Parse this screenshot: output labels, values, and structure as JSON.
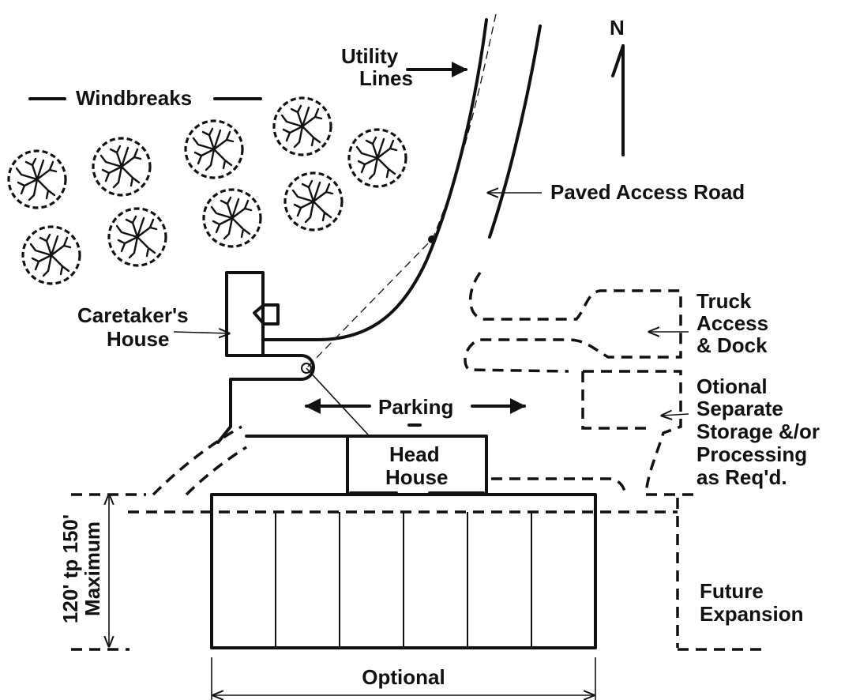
{
  "labels": {
    "north": "N",
    "utility_line1": "Utility",
    "utility_line2": "Lines",
    "windbreaks": "Windbreaks",
    "paved_access_road": "Paved Access Road",
    "caretaker_line1": "Caretaker's",
    "caretaker_line2": "House",
    "truck_line1": "Truck",
    "truck_line2": "Access",
    "truck_line3": "& Dock",
    "optional_line1": "Otional",
    "optional_line2": "Separate",
    "optional_line3": "Storage &/or",
    "optional_line4": "Processing",
    "optional_line5": "as Req'd.",
    "parking": "Parking",
    "head_line1": "Head",
    "head_line2": "House",
    "dimension_line1": "120' tp 150'",
    "dimension_line2": "Maximum",
    "future_line1": "Future",
    "future_line2": "Expansion",
    "width_label": "Optional"
  },
  "trees": [
    {
      "id": "tree-1"
    },
    {
      "id": "tree-2"
    },
    {
      "id": "tree-3"
    },
    {
      "id": "tree-4"
    },
    {
      "id": "tree-5"
    },
    {
      "id": "tree-6"
    },
    {
      "id": "tree-7"
    },
    {
      "id": "tree-8"
    },
    {
      "id": "tree-9"
    },
    {
      "id": "tree-10"
    }
  ],
  "greenhouse_bays": 6
}
